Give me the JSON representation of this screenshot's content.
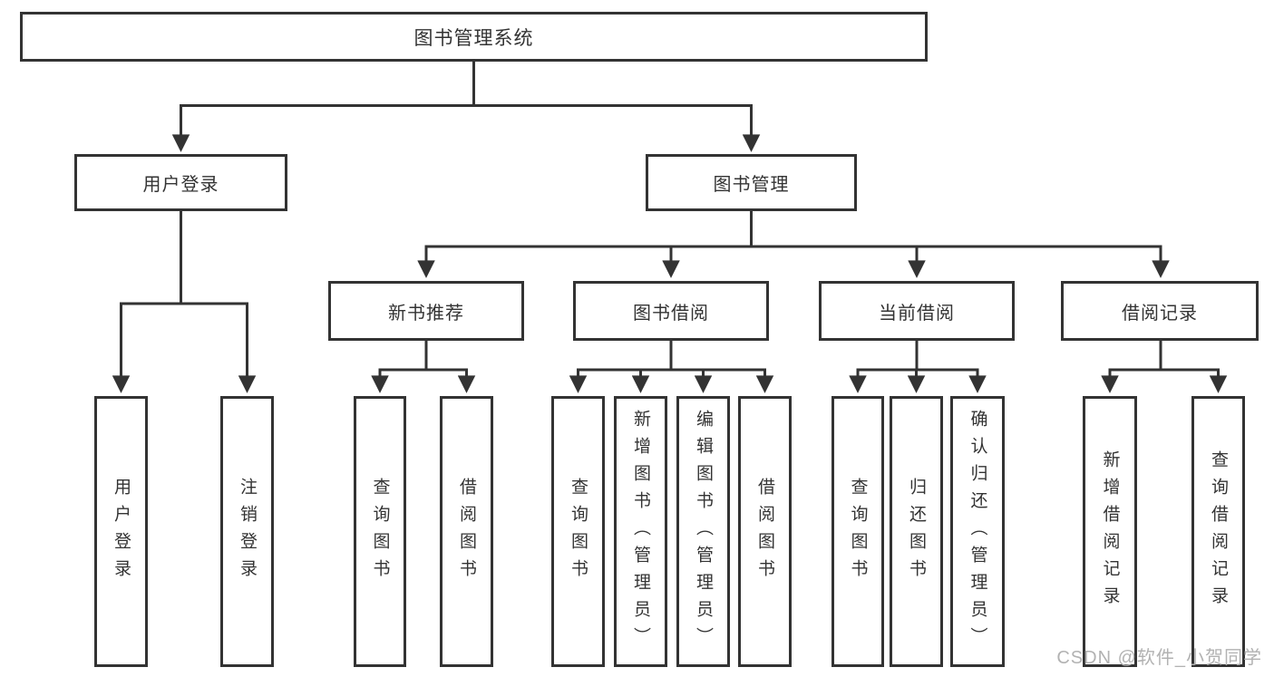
{
  "diagram_type": "hierarchy-tree",
  "colors": {
    "line": "#333333",
    "box_border": "#333333",
    "text": "#333333",
    "background": "#ffffff",
    "watermark": "#b2b2b2"
  },
  "tree": {
    "label": "图书管理系统",
    "children": [
      {
        "label": "用户登录",
        "children": [
          {
            "label": "用户登录"
          },
          {
            "label": "注销登录"
          }
        ]
      },
      {
        "label": "图书管理",
        "children": [
          {
            "label": "新书推荐",
            "children": [
              {
                "label": "查询图书"
              },
              {
                "label": "借阅图书"
              }
            ]
          },
          {
            "label": "图书借阅",
            "children": [
              {
                "label": "查询图书"
              },
              {
                "label": "新增图书（管理员）"
              },
              {
                "label": "编辑图书（管理员）"
              },
              {
                "label": "借阅图书"
              }
            ]
          },
          {
            "label": "当前借阅",
            "children": [
              {
                "label": "查询图书"
              },
              {
                "label": "归还图书"
              },
              {
                "label": "确认归还（管理员）"
              }
            ]
          },
          {
            "label": "借阅记录",
            "children": [
              {
                "label": "新增借阅记录"
              },
              {
                "label": "查询借阅记录"
              }
            ]
          }
        ]
      }
    ]
  },
  "watermark": {
    "text": "CSDN @软件_小贺同学"
  }
}
